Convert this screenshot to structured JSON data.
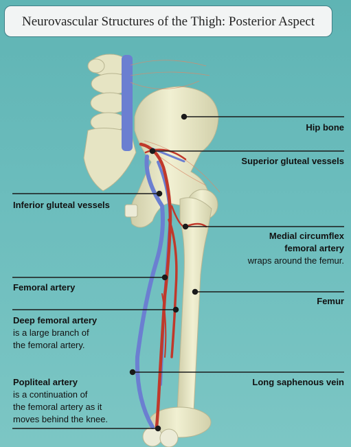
{
  "title": "Neurovascular Structures of the Thigh: Posterior Aspect",
  "labels": {
    "hip_bone": "Hip bone",
    "superior_gluteal": "Superior gluteal vessels",
    "inferior_gluteal": "Inferior gluteal vessels",
    "medial_circumflex_1": "Medial circumflex",
    "medial_circumflex_2": "femoral artery",
    "medial_circumflex_3": "wraps around the femur.",
    "femoral_artery": "Femoral artery",
    "femur": "Femur",
    "deep_femoral_1": "Deep femoral artery",
    "deep_femoral_2": "is a large branch of",
    "deep_femoral_3": "the femoral artery.",
    "long_saphenous": "Long saphenous vein",
    "popliteal_1": "Popliteal artery",
    "popliteal_2": "is a continuation of",
    "popliteal_3": "the femoral artery as it",
    "popliteal_4": "moves behind the knee."
  },
  "colors": {
    "background": "#6cbdbd",
    "bone": "#ecebc9",
    "artery": "#c0392b",
    "vein": "#6b7fd1",
    "leader_line": "#1a1a1a"
  }
}
